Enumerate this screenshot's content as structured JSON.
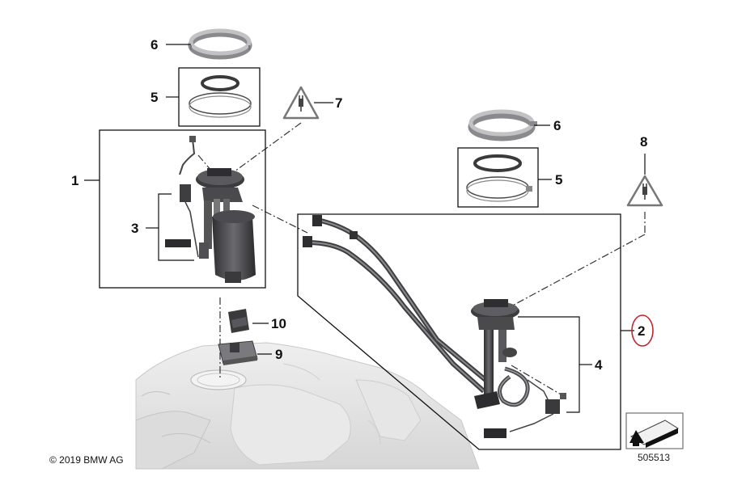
{
  "callouts": {
    "n1": "1",
    "n2": "2",
    "n3": "3",
    "n4": "4",
    "n5a": "5",
    "n5b": "5",
    "n6a": "6",
    "n6b": "6",
    "n7": "7",
    "n8": "8",
    "n9": "9",
    "n10": "10"
  },
  "copyright": "© 2019 BMW AG",
  "ref_number": "505513",
  "colors": {
    "line": "#111111",
    "highlight_circle": "#c0262d",
    "part_dark": "#3a3a3c",
    "part_mid": "#7a7a7e",
    "part_light": "#c9c9cb",
    "tank": "#e3e3e3"
  },
  "icons": {
    "warning_7": "electrical-plug-warning-icon",
    "warning_8": "electrical-plug-warning-icon",
    "nav": "arrow-navigation-icon"
  }
}
